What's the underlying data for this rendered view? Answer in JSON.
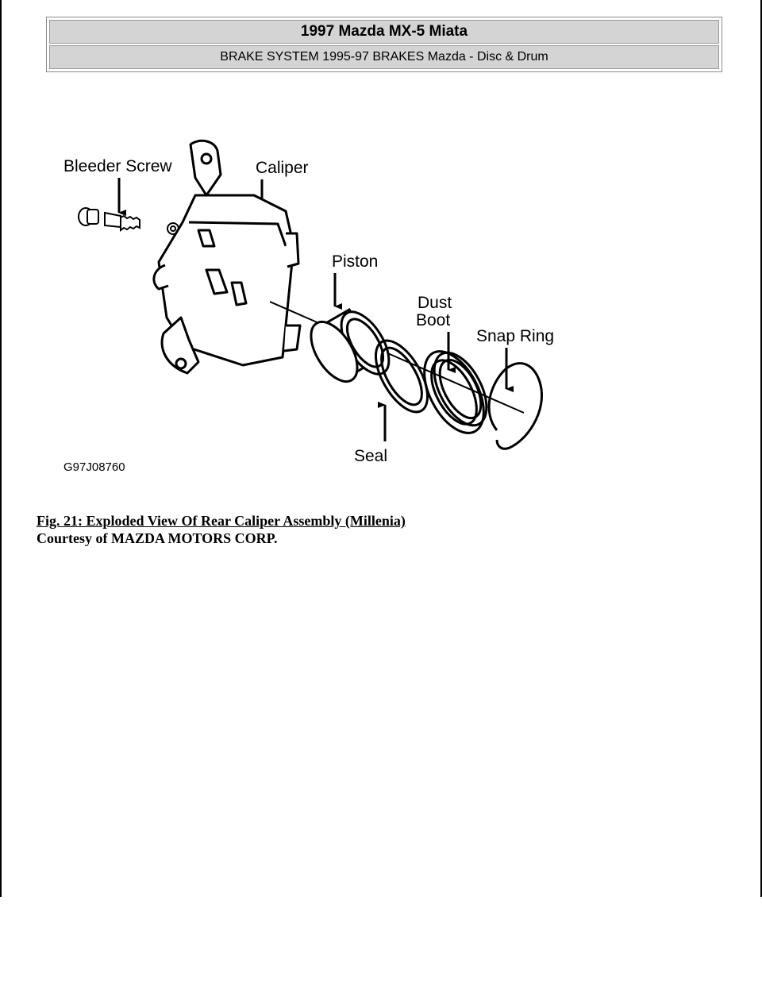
{
  "header": {
    "title": "1997 Mazda MX-5 Miata",
    "subtitle": "BRAKE SYSTEM 1995-97 BRAKES Mazda - Disc & Drum"
  },
  "figure": {
    "labels": {
      "bleeder_screw": "Bleeder Screw",
      "caliper": "Caliper",
      "piston": "Piston",
      "dust": "Dust",
      "boot": "Boot",
      "snap_ring": "Snap Ring",
      "seal": "Seal"
    },
    "code": "G97J08760"
  },
  "caption": {
    "figure_title": "Fig. 21: Exploded View Of Rear Caliper Assembly (Millenia)",
    "courtesy": "Courtesy of MAZDA MOTORS CORP."
  }
}
